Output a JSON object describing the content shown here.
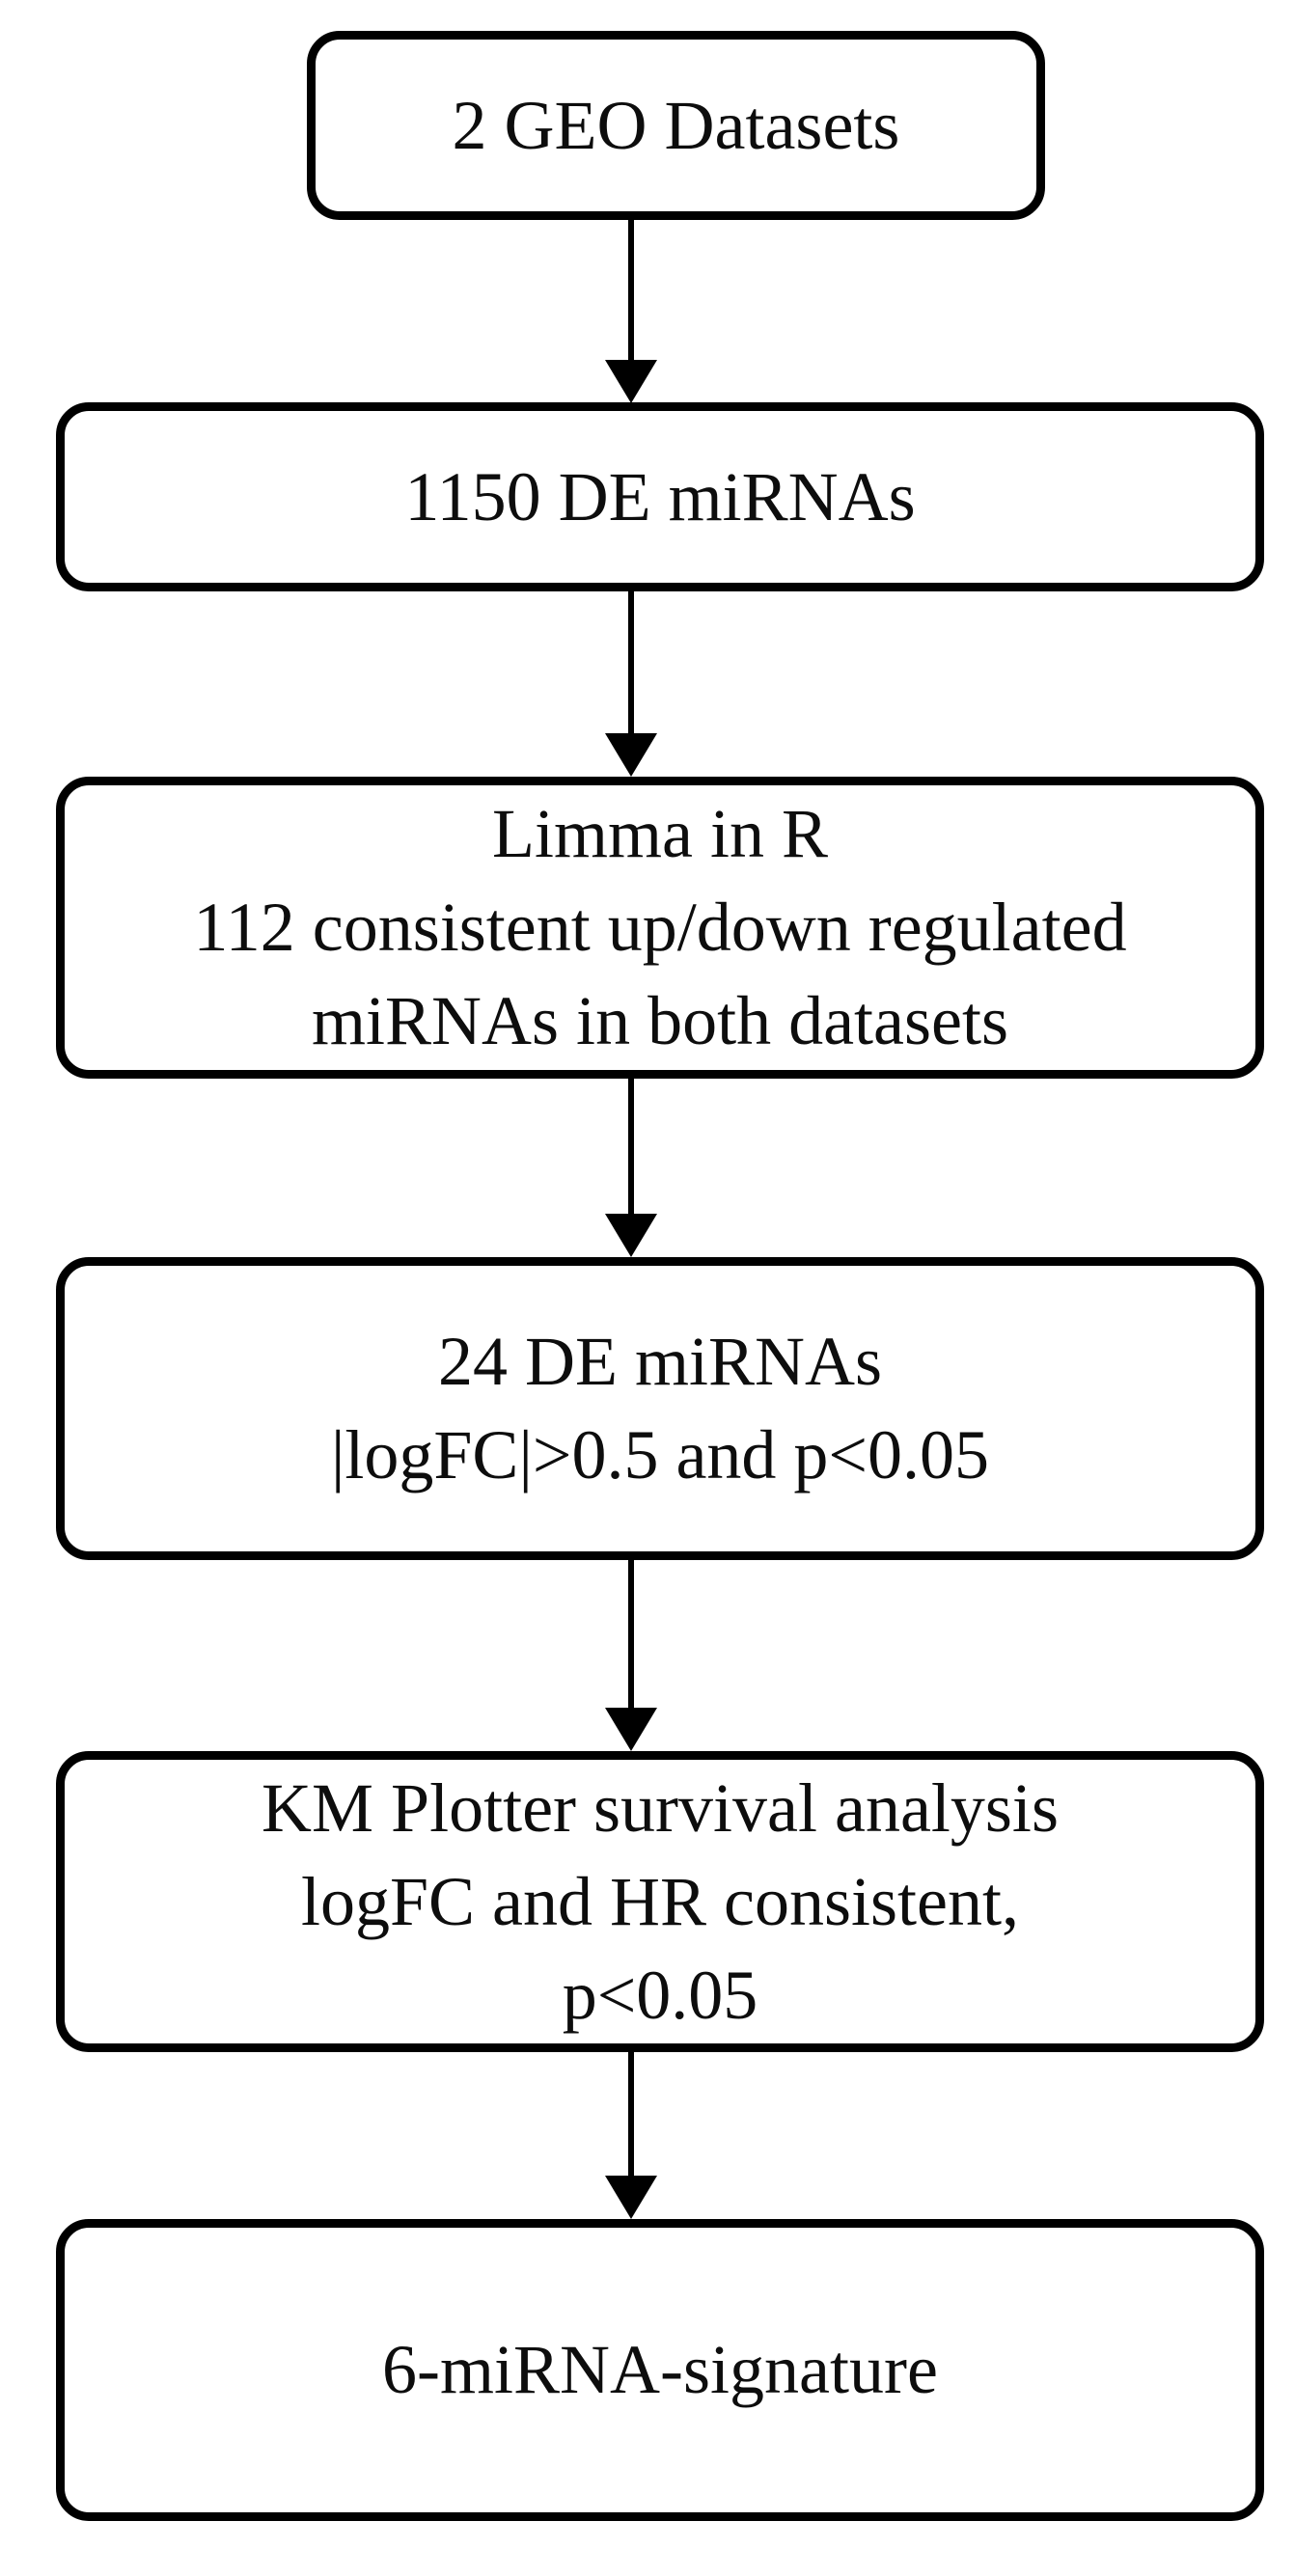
{
  "figure": {
    "type": "flowchart",
    "direction": "top-down",
    "colors": {
      "background": "#ffffff",
      "node_fill": "#ffffff",
      "node_border": "#000000",
      "text": "#0d0d0d",
      "arrow": "#000000"
    },
    "nodes": [
      {
        "id": "geo-datasets",
        "lines": [
          "2 GEO Datasets"
        ]
      },
      {
        "id": "de-mirnas-1150",
        "lines": [
          "1150 DE miRNAs"
        ]
      },
      {
        "id": "limma-analysis",
        "lines": [
          "Limma in R",
          "112 consistent up/down regulated",
          "miRNAs in both datasets"
        ]
      },
      {
        "id": "de-mirnas-24",
        "lines": [
          "24 DE miRNAs",
          "|logFC|>0.5 and p<0.05"
        ]
      },
      {
        "id": "km-plotter",
        "lines": [
          "KM Plotter survival analysis",
          "logFC and HR consistent,",
          "p<0.05"
        ]
      },
      {
        "id": "mirna-signature",
        "lines": [
          "6-miRNA-signature"
        ]
      }
    ],
    "edges": [
      {
        "from": "geo-datasets",
        "to": "de-mirnas-1150"
      },
      {
        "from": "de-mirnas-1150",
        "to": "limma-analysis"
      },
      {
        "from": "limma-analysis",
        "to": "de-mirnas-24"
      },
      {
        "from": "de-mirnas-24",
        "to": "km-plotter"
      },
      {
        "from": "km-plotter",
        "to": "mirna-signature"
      }
    ]
  }
}
